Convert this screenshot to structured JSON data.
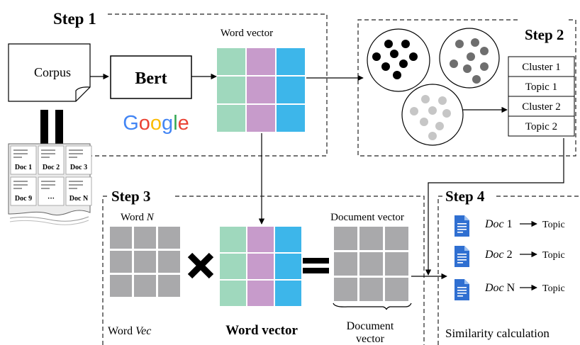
{
  "step1": {
    "title": "Step 1",
    "corpus_label": "Corpus",
    "model_label": "Bert",
    "google_letters": [
      {
        "ch": "G",
        "color": "#4285F4"
      },
      {
        "ch": "o",
        "color": "#EA4335"
      },
      {
        "ch": "o",
        "color": "#FBBC05"
      },
      {
        "ch": "g",
        "color": "#4285F4"
      },
      {
        "ch": "l",
        "color": "#34A853"
      },
      {
        "ch": "e",
        "color": "#EA4335"
      }
    ],
    "word_vector_label": "Word vector",
    "docs": [
      "Doc 1",
      "Doc 2",
      "Doc 3",
      "Doc 9",
      "···",
      "Doc N"
    ]
  },
  "step2": {
    "title": "Step 2",
    "table": [
      "Cluster 1",
      "Topic 1",
      "Cluster 2",
      "Topic 2"
    ]
  },
  "step3": {
    "title": "Step 3",
    "word_n_label_prefix": "Word ",
    "word_n_label_var": "N",
    "document_vector_top": "Document vector",
    "word_vec_bottom_prefix": "Word ",
    "word_vec_bottom_var": "Vec",
    "word_vector_bold": "Word vector",
    "document_vector_bottom_1": "Document",
    "document_vector_bottom_2": "vector"
  },
  "step4": {
    "title": "Step 4",
    "rows": [
      {
        "doc": "Doc",
        "num": " 1",
        "topic": "Topic"
      },
      {
        "doc": "Doc",
        "num": " 2",
        "topic": "Topic"
      },
      {
        "doc": "Doc",
        "num": " N",
        "topic": "Topic"
      }
    ],
    "caption": "Similarity calculation"
  },
  "colors": {
    "vec_green": "#9fd8bd",
    "vec_pink": "#c79bcb",
    "vec_blue": "#3db6ea",
    "grid_gray": "#a9a9ab",
    "dot_black": "#000000",
    "dot_dark_gray": "#6e6e6e",
    "dot_light_gray": "#c6c6c6",
    "doc_icon_blue": "#2f6fd1"
  }
}
